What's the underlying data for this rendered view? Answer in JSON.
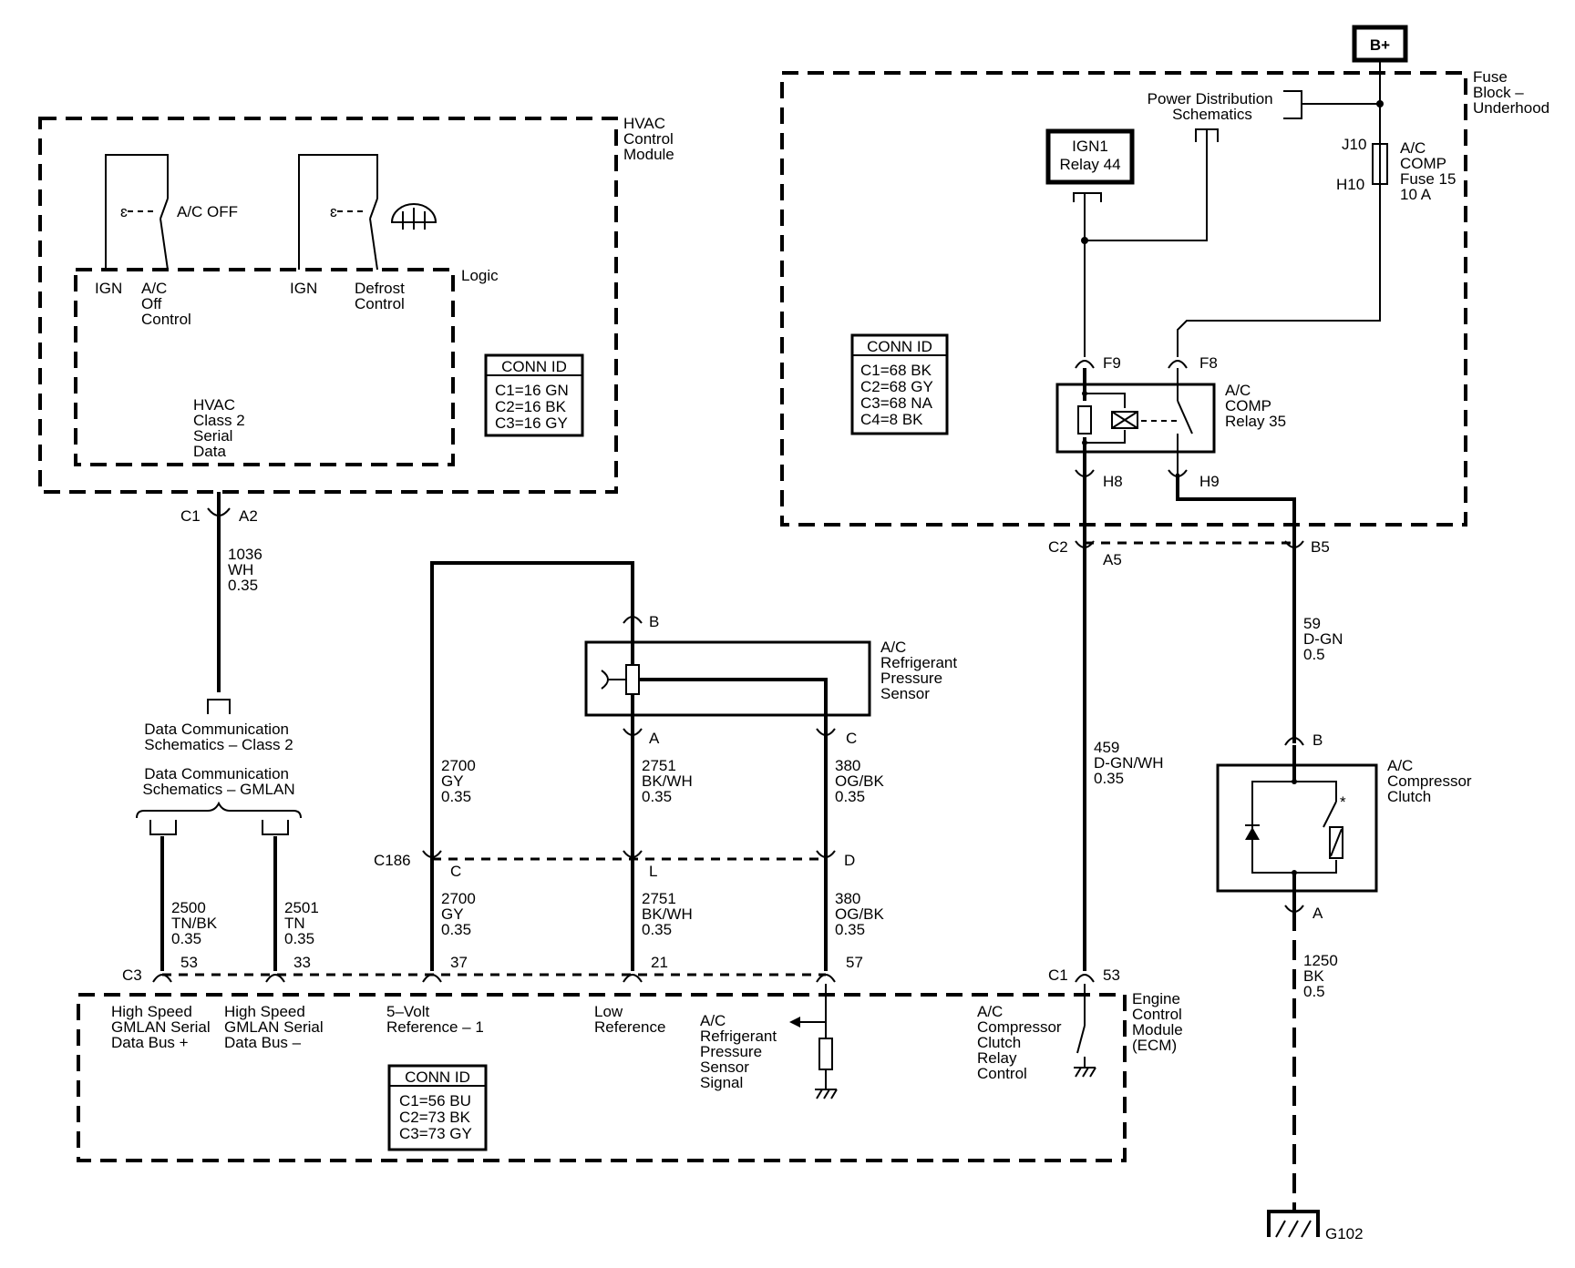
{
  "hvac_module": {
    "title": [
      "HVAC",
      "Control",
      "Module"
    ],
    "logic_label": "Logic",
    "ac_off_label": "A/C OFF",
    "ign1": "IGN",
    "ign2": "IGN",
    "ac_off_control": [
      "A/C",
      "Off",
      "Control"
    ],
    "defrost_control": [
      "Defrost",
      "Control"
    ],
    "serial_data": [
      "HVAC",
      "Class 2",
      "Serial",
      "Data"
    ],
    "conn_title": "CONN ID",
    "conn": [
      "C1=16 GN",
      "C2=16 BK",
      "C3=16 GY"
    ],
    "connector": "C1",
    "pin": "A2"
  },
  "wire_1036": [
    "1036",
    "WH",
    "0.35"
  ],
  "data_comm_class2": [
    "Data Communication",
    "Schematics – Class 2"
  ],
  "data_comm_gmlan": [
    "Data Communication",
    "Schematics – GMLAN"
  ],
  "fuse_block": {
    "title": [
      "Fuse",
      "Block –",
      "Underhood"
    ],
    "bplus": "B+",
    "power_dist": [
      "Power Distribution",
      "Schematics"
    ],
    "ign1_relay": [
      "IGN1",
      "Relay 44"
    ],
    "fuse_pins": [
      "J10",
      "H10"
    ],
    "fuse_label": [
      "A/C",
      "COMP",
      "Fuse 15",
      "10 A"
    ],
    "conn_title": "CONN ID",
    "conn": [
      "C1=68 BK",
      "C2=68 GY",
      "C3=68 NA",
      "C4=8 BK"
    ],
    "relay_label": [
      "A/C",
      "COMP",
      "Relay 35"
    ],
    "relay_pins": [
      "F9",
      "F8",
      "H8",
      "H9"
    ],
    "bottom_conn": "C2",
    "bottom_pins": [
      "A5",
      "B5"
    ]
  },
  "wire_59": [
    "59",
    "D-GN",
    "0.5"
  ],
  "wire_459": [
    "459",
    "D-GN/WH",
    "0.35"
  ],
  "wire_1250": [
    "1250",
    "BK",
    "0.5"
  ],
  "ground": "G102",
  "compressor": {
    "label": [
      "A/C",
      "Compressor",
      "Clutch"
    ],
    "pins": [
      "B",
      "A"
    ]
  },
  "pressure_sensor": {
    "label": [
      "A/C",
      "Refrigerant",
      "Pressure",
      "Sensor"
    ],
    "pins": [
      "B",
      "A",
      "C"
    ]
  },
  "wires_upper": {
    "w2700": [
      "2700",
      "GY",
      "0.35"
    ],
    "w2751": [
      "2751",
      "BK/WH",
      "0.35"
    ],
    "w380": [
      "380",
      "OG/BK",
      "0.35"
    ]
  },
  "c186": {
    "name": "C186",
    "pins": [
      "C",
      "L",
      "D"
    ]
  },
  "wires_lower": {
    "w2500": [
      "2500",
      "TN/BK",
      "0.35"
    ],
    "w2501": [
      "2501",
      "TN",
      "0.35"
    ],
    "w2700": [
      "2700",
      "GY",
      "0.35"
    ],
    "w2751": [
      "2751",
      "BK/WH",
      "0.35"
    ],
    "w380": [
      "380",
      "OG/BK",
      "0.35"
    ]
  },
  "ecm": {
    "title": [
      "Engine",
      "Control",
      "Module",
      "(ECM)"
    ],
    "c3": "C3",
    "c1": "C1",
    "pins": [
      "53",
      "33",
      "37",
      "21",
      "57",
      "53"
    ],
    "hs_plus": [
      "High Speed",
      "GMLAN Serial",
      "Data Bus +"
    ],
    "hs_minus": [
      "High Speed",
      "GMLAN Serial",
      "Data Bus –"
    ],
    "five_volt": [
      "5–Volt",
      "Reference – 1"
    ],
    "low_ref": [
      "Low",
      "Reference"
    ],
    "sensor_signal": [
      "A/C",
      "Refrigerant",
      "Pressure",
      "Sensor",
      "Signal"
    ],
    "clutch_relay": [
      "A/C",
      "Compressor",
      "Clutch",
      "Relay",
      "Control"
    ],
    "conn_title": "CONN ID",
    "conn": [
      "C1=56 BU",
      "C2=73 BK",
      "C3=73 GY"
    ]
  }
}
